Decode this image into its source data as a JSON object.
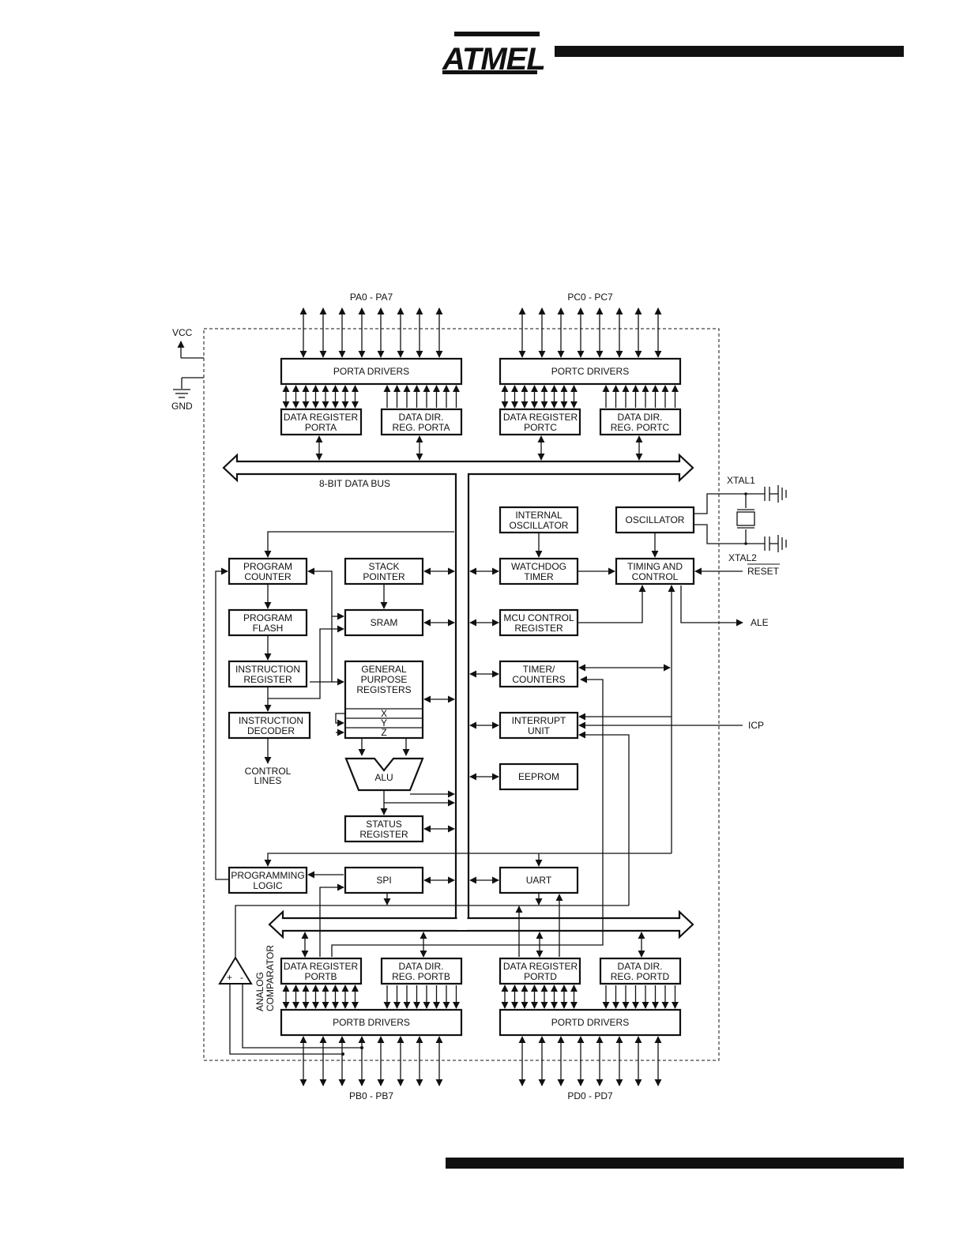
{
  "header": {
    "logo_text": "ATMEL"
  },
  "pins": {
    "porta": "PA0 - PA7",
    "portc": "PC0 - PC7",
    "portb": "PB0 - PB7",
    "portd": "PD0 - PD7",
    "vcc": "VCC",
    "gnd": "GND",
    "xtal1": "XTAL1",
    "xtal2": "XTAL2",
    "reset": "RESET",
    "ale": "ALE",
    "icp": "ICP"
  },
  "bus": {
    "label": "8-BIT DATA BUS"
  },
  "blocks": {
    "porta_drivers": "PORTA DRIVERS",
    "portc_drivers": "PORTC DRIVERS",
    "portb_drivers": "PORTB DRIVERS",
    "portd_drivers": "PORTD DRIVERS",
    "data_reg_porta": [
      "DATA REGISTER",
      "PORTA"
    ],
    "data_dir_porta": [
      "DATA DIR.",
      "REG. PORTA"
    ],
    "data_reg_portc": [
      "DATA REGISTER",
      "PORTC"
    ],
    "data_dir_portc": [
      "DATA DIR.",
      "REG. PORTC"
    ],
    "data_reg_portb": [
      "DATA REGISTER",
      "PORTB"
    ],
    "data_dir_portb": [
      "DATA DIR.",
      "REG. PORTB"
    ],
    "data_reg_portd": [
      "DATA REGISTER",
      "PORTD"
    ],
    "data_dir_portd": [
      "DATA DIR.",
      "REG. PORTD"
    ],
    "program_counter": [
      "PROGRAM",
      "COUNTER"
    ],
    "program_flash": [
      "PROGRAM",
      "FLASH"
    ],
    "instruction_register": [
      "INSTRUCTION",
      "REGISTER"
    ],
    "instruction_decoder": [
      "INSTRUCTION",
      "DECODER"
    ],
    "control_lines": [
      "CONTROL",
      "LINES"
    ],
    "stack_pointer": [
      "STACK",
      "POINTER"
    ],
    "sram": "SRAM",
    "gpr": [
      "GENERAL",
      "PURPOSE",
      "REGISTERS"
    ],
    "gpr_x": "X",
    "gpr_y": "Y",
    "gpr_z": "Z",
    "alu": "ALU",
    "status_register": [
      "STATUS",
      "REGISTER"
    ],
    "programming_logic": [
      "PROGRAMMING",
      "LOGIC"
    ],
    "spi": "SPI",
    "internal_oscillator": [
      "INTERNAL",
      "OSCILLATOR"
    ],
    "oscillator": "OSCILLATOR",
    "watchdog_timer": [
      "WATCHDOG",
      "TIMER"
    ],
    "timing_and_control": [
      "TIMING AND",
      "CONTROL"
    ],
    "mcu_control_register": [
      "MCU CONTROL",
      "REGISTER"
    ],
    "timer_counters": [
      "TIMER/",
      "COUNTERS"
    ],
    "interrupt_unit": [
      "INTERRUPT",
      "UNIT"
    ],
    "eeprom": "EEPROM",
    "uart": "UART",
    "analog_comparator": [
      "ANALOG",
      "COMPARATOR"
    ],
    "comp_plus": "+",
    "comp_minus": "-"
  }
}
